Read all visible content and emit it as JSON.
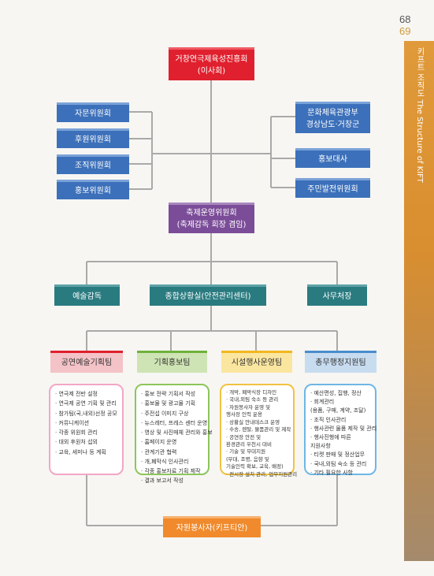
{
  "page_numbers": {
    "left": "68",
    "right": "69"
  },
  "sidebar_title": "키프트 조직도 The Structure of KIFT",
  "top": {
    "line1": "거창연극제육성진흥회",
    "line2": "(이사회)"
  },
  "left_committees": [
    "자문위원회",
    "후원위원회",
    "조직위원회",
    "홍보위원회"
  ],
  "right_bodies": [
    {
      "line1": "문화체육관광부",
      "line2": "경상남도·거창군"
    },
    {
      "line1": "홍보대사",
      "line2": ""
    },
    {
      "line1": "주민발전위원회",
      "line2": ""
    }
  ],
  "festival_committee": {
    "line1": "축제운영위원회",
    "line2": "(축제감독 회장 겸임)"
  },
  "level2": [
    "예술감독",
    "종합상황실(안전관리센터)",
    "사무처장"
  ],
  "teams": [
    {
      "name": "공연예술기획팀",
      "items": [
        "· 연극제 전반 설정",
        "· 연극제 공연 기획 및 관리",
        "· 참가팀(국,내외)선정 공모",
        "· 커뮤니케이션",
        "· 각종 위원회 관리",
        "· 대외 후원처 섭외",
        "· 교육, 세미나 등 계획"
      ]
    },
    {
      "name": "기획홍보팀",
      "items": [
        "· 홍보 전략 기획서 작성",
        "· 홍보물 및 광고물 기획",
        "· 주전섭 이미지 구상",
        "· 뉴스레터, 프레스 센터 운영",
        "· 영상 및 사진매체 관리와 홍보",
        "· 홈페이지 운영",
        "· 관계기관 협력",
        "· 개,폐막식 인사관리",
        "· 각종 홍보자료 기획 제작",
        "· 결과 보고서 작성"
      ]
    },
    {
      "name": "시설행사운영팀",
      "items": [
        "· 개막, 폐막식장 디자인",
        "· 국내,외팀 숙소 등 관리",
        "· 자원봉사자 운영 및",
        "   행사장 인력 운용",
        "· 상황실 안내데스크 운영",
        "· 수송, 렌탈, 물품관리 및 제작",
        "· 공연장 안전 및",
        "   환경관리 우천시 대비",
        "· 기술 및 무대지원",
        "   (무대, 조명, 음향 및",
        "   기술인력 확보, 교육, 배정)",
        "· 전시장 설치 관리, 업무지원관리"
      ]
    },
    {
      "name": "총무행정지원팀",
      "items": [
        "· 예산편성, 집행, 정산",
        "· 회계관리",
        "   (용품, 구매, 계약, 조달)",
        "· 조직 인사관리",
        "· 행사관련 물품 제작 및 관리",
        "· 행사진행에 따른",
        "   지원사항",
        "· 티켓 판매 및 정산업무",
        "· 국내,외팀 숙소 등 관리",
        "· 기타 필요한 사항"
      ]
    }
  ],
  "volunteers": "자원봉사자(키프티안)"
}
